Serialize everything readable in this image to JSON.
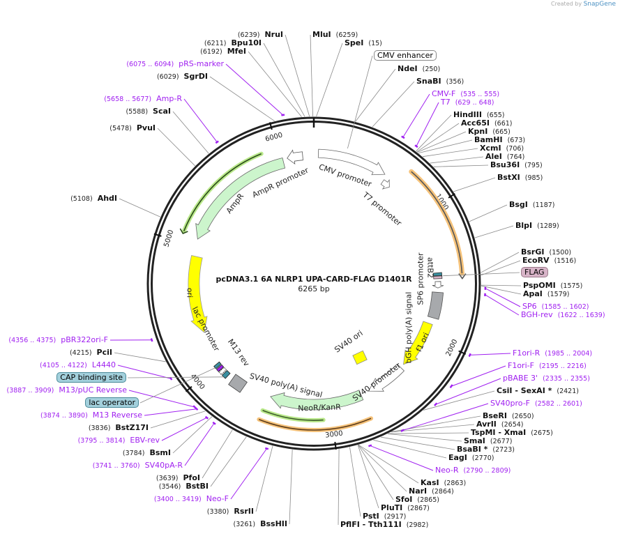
{
  "credit": {
    "prefix": "Created by",
    "brand": "SnapGene"
  },
  "map": {
    "title": "pcDNA3.1 6A NLRP1 UPA-CARD-FLAG D1401R",
    "length": "6265 bp",
    "ticks": [
      "1000",
      "2000",
      "3000",
      "4000",
      "5000",
      "6000"
    ]
  },
  "colors": {
    "primer": "#a020f0",
    "ring": "#222222",
    "orange": "#f5c27a",
    "green": "#b9e88a",
    "yellow": "#ffff00",
    "grey": "#a7a9ac",
    "teal": "#a3d0dc",
    "pink": "#d8b4c8"
  },
  "sites": [
    {
      "name": "NruI",
      "pos": "(6239)"
    },
    {
      "name": "Bpu10I",
      "pos": "(6211)"
    },
    {
      "name": "MfeI",
      "pos": "(6192)"
    },
    {
      "name": "SgrDI",
      "pos": "(6029)"
    },
    {
      "name": "ScaI",
      "pos": "(5588)"
    },
    {
      "name": "PvuI",
      "pos": "(5478)"
    },
    {
      "name": "AhdI",
      "pos": "(5108)"
    },
    {
      "name": "PciI",
      "pos": "(4215)"
    },
    {
      "name": "BstZ17I",
      "pos": "(3836)"
    },
    {
      "name": "BsmI",
      "pos": "(3784)"
    },
    {
      "name": "PfoI",
      "pos": "(3639)"
    },
    {
      "name": "BstBI",
      "pos": "(3546)"
    },
    {
      "name": "RsrII",
      "pos": "(3380)"
    },
    {
      "name": "BssHII",
      "pos": "(3261)"
    },
    {
      "name": "MluI",
      "pos": "(6259)"
    },
    {
      "name": "SpeI",
      "pos": "(15)"
    },
    {
      "name": "NdeI",
      "pos": "(250)"
    },
    {
      "name": "SnaBI",
      "pos": "(356)"
    },
    {
      "name": "HindIII",
      "pos": "(655)"
    },
    {
      "name": "Acc65I",
      "pos": "(661)"
    },
    {
      "name": "KpnI",
      "pos": "(665)"
    },
    {
      "name": "BamHI",
      "pos": "(673)"
    },
    {
      "name": "XcmI",
      "pos": "(706)"
    },
    {
      "name": "AleI",
      "pos": "(764)"
    },
    {
      "name": "Bsu36I",
      "pos": "(795)"
    },
    {
      "name": "BstXI",
      "pos": "(985)"
    },
    {
      "name": "BsgI",
      "pos": "(1187)"
    },
    {
      "name": "BlpI",
      "pos": "(1289)"
    },
    {
      "name": "BsrGI",
      "pos": "(1500)"
    },
    {
      "name": "EcoRV",
      "pos": "(1516)"
    },
    {
      "name": "PspOMI",
      "pos": "(1575)"
    },
    {
      "name": "ApaI",
      "pos": "(1579)"
    },
    {
      "name": "CsiI  - SexAI *",
      "pos": "(2421)"
    },
    {
      "name": "BseRI",
      "pos": "(2650)"
    },
    {
      "name": "AvrII",
      "pos": "(2654)"
    },
    {
      "name": "TspMI  - XmaI",
      "pos": "(2675)"
    },
    {
      "name": "SmaI",
      "pos": "(2677)"
    },
    {
      "name": "BsaBI *",
      "pos": "(2723)"
    },
    {
      "name": "EagI",
      "pos": "(2770)"
    },
    {
      "name": "KasI",
      "pos": "(2863)"
    },
    {
      "name": "NarI",
      "pos": "(2864)"
    },
    {
      "name": "SfoI",
      "pos": "(2865)"
    },
    {
      "name": "PluTI",
      "pos": "(2867)"
    },
    {
      "name": "PstI",
      "pos": "(2917)"
    },
    {
      "name": "PflFI  - Tth111I",
      "pos": "(2982)"
    }
  ],
  "primers": [
    {
      "name": "pRS-marker",
      "range": "(6075 .. 6094)"
    },
    {
      "name": "Amp-R",
      "range": "(5658 .. 5677)"
    },
    {
      "name": "pBR322ori-F",
      "range": "(4356 .. 4375)"
    },
    {
      "name": "L4440",
      "range": "(4105 .. 4122)"
    },
    {
      "name": "M13/pUC Reverse",
      "range": "(3887 .. 3909)"
    },
    {
      "name": "M13 Reverse",
      "range": "(3874 .. 3890)"
    },
    {
      "name": "EBV-rev",
      "range": "(3795 .. 3814)"
    },
    {
      "name": "SV40pA-R",
      "range": "(3741 .. 3760)"
    },
    {
      "name": "Neo-F",
      "range": "(3400 .. 3419)"
    },
    {
      "name": "CMV-F",
      "range": "(535 .. 555)"
    },
    {
      "name": "T7",
      "range": "(629 .. 648)"
    },
    {
      "name": "SP6",
      "range": "(1585 .. 1602)"
    },
    {
      "name": "BGH-rev",
      "range": "(1622 .. 1639)"
    },
    {
      "name": "F1ori-R",
      "range": "(1985 .. 2004)"
    },
    {
      "name": "F1ori-F",
      "range": "(2195 .. 2216)"
    },
    {
      "name": "pBABE 3'",
      "range": "(2335 .. 2355)"
    },
    {
      "name": "SV40pro-F",
      "range": "(2582 .. 2601)"
    },
    {
      "name": "Neo-R",
      "range": "(2790 .. 2809)"
    }
  ],
  "boxed_features": [
    {
      "name": "CMV enhancer"
    },
    {
      "name": "FLAG"
    },
    {
      "name": "CAP binding site"
    },
    {
      "name": "lac operator"
    }
  ],
  "features": [
    {
      "name": "CMV promoter",
      "color": "#ffffff"
    },
    {
      "name": "T7 promoter",
      "color": "#ffffff"
    },
    {
      "name": "attB2",
      "color": "#3a8fa0"
    },
    {
      "name": "SP6 promoter",
      "color": "#ffffff"
    },
    {
      "name": "bGH poly(A) signal",
      "color": "#a7a9ac"
    },
    {
      "name": "f1 ori",
      "color": "#ffff00"
    },
    {
      "name": "SV40 promoter",
      "color": "#ffffff"
    },
    {
      "name": "SV40 ori",
      "color": "#ffff00"
    },
    {
      "name": "NeoR/KanR",
      "color": "#ccf5cc"
    },
    {
      "name": "SV40 poly(A) signal",
      "color": "#a7a9ac"
    },
    {
      "name": "M13 rev",
      "color": "#a020f0"
    },
    {
      "name": "lac promoter",
      "color": "#ffffff"
    },
    {
      "name": "ori",
      "color": "#ffff00"
    },
    {
      "name": "AmpR",
      "color": "#ccf5cc"
    },
    {
      "name": "AmpR promoter",
      "color": "#ffffff"
    }
  ]
}
